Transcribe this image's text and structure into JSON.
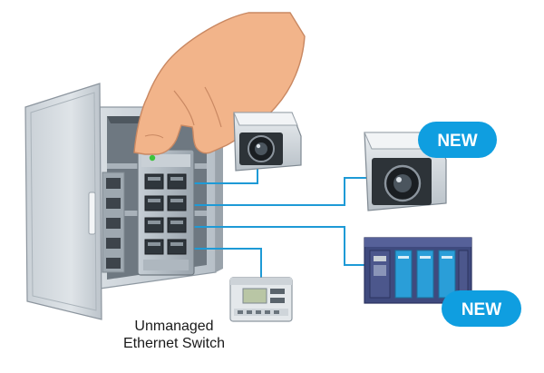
{
  "caption": {
    "line1": "Unmanaged",
    "line2": "Ethernet Switch"
  },
  "badges": {
    "top": "NEW",
    "bottom": "NEW"
  },
  "colors": {
    "cable": "#1e9ad6",
    "badge": "#0f9ee0",
    "led": "#3cc43c",
    "cabinet": "#c4ccd3",
    "hand": "#f2b48a",
    "switch": "#b3bcc4",
    "plc_body": "#3f4a7e",
    "plc_module": "#2a9ed8"
  }
}
